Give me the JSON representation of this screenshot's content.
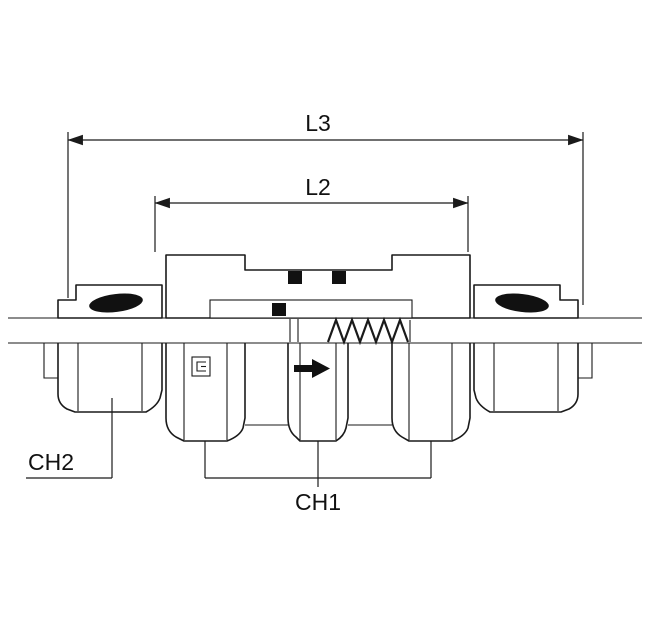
{
  "page": {
    "background": "#ffffff",
    "line_color": "#1a1a1a",
    "fill_color": "#111111"
  },
  "dimensions": {
    "l3": {
      "label": "L3"
    },
    "l2": {
      "label": "L2"
    }
  },
  "callouts": {
    "ch1": {
      "label": "CH1"
    },
    "ch2": {
      "label": "CH2"
    }
  },
  "icons": {
    "flow_direction_arrow": "right-arrow",
    "manufacturer_logo": "stamped-logo-mark"
  }
}
